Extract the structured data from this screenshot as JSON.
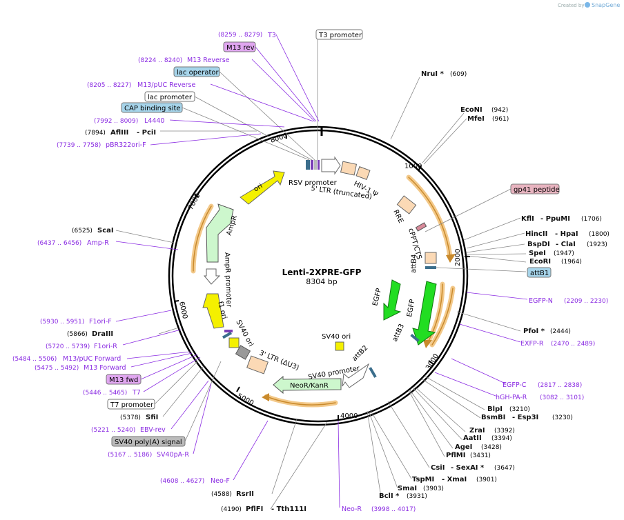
{
  "credit": {
    "prefix": "Created by",
    "brand": "SnapGene"
  },
  "plasmid": {
    "name": "Lenti-2XPRE-GFP",
    "size": "8304 bp"
  },
  "ticks": [
    "1000",
    "2000",
    "3000",
    "4000",
    "5000",
    "6000",
    "7000",
    "8000"
  ],
  "colors": {
    "primer": "#8a2be2",
    "enzyme": "#111111",
    "orf": "#f0b860"
  },
  "labels": {
    "t3_coords": "(8259 .. 8279)",
    "t3": "T3",
    "t3_promoter": "T3 promoter",
    "m13rev": "M13 rev",
    "m13reverse_coords": "(8224 .. 8240)",
    "m13reverse": "M13 Reverse",
    "lac_operator": "lac operator",
    "m13puc_rev_coords": "(8205 .. 8227)",
    "m13puc_rev": "M13/pUC Reverse",
    "lac_promoter": "lac promoter",
    "cap": "CAP binding site",
    "l4440_coords": "(7992 .. 8009)",
    "l4440": "L4440",
    "afliii_pos": "(7894)",
    "afliii": "AflIII",
    "pcii": "- PciI",
    "pbr322_coords": "(7739 .. 7758)",
    "pbr322": "pBR322ori-F",
    "scai_pos": "(6525)",
    "scai": "ScaI",
    "ampr_coords": "(6437 .. 6456)",
    "ampr_primer": "Amp-R",
    "f1orif_coords": "(5930 .. 5951)",
    "f1orif": "F1ori-F",
    "draiii_pos": "(5866)",
    "draiii": "DraIII",
    "f1orir_coords": "(5720 .. 5739)",
    "f1orir": "F1ori-R",
    "m13pucfwd_coords": "(5484 .. 5506)",
    "m13pucfwd": "M13/pUC Forward",
    "m13forward_coords": "(5475 .. 5492)",
    "m13forward": "M13 Forward",
    "m13fwd": "M13 fwd",
    "t7_coords": "(5446 .. 5465)",
    "t7": "T7",
    "t7_promoter": "T7 promoter",
    "sfii_pos": "(5378)",
    "sfii": "SfiI",
    "ebvrev_coords": "(5221 .. 5240)",
    "ebvrev": "EBV-rev",
    "sv40polya": "SV40 poly(A) signal",
    "sv40pa_coords": "(5167 .. 5186)",
    "sv40pa": "SV40pA-R",
    "neof_coords": "(4608 .. 4627)",
    "neof": "Neo-F",
    "rsrii_pos": "(4588)",
    "rsrii": "RsrII",
    "pflfi_pos": "(4190)",
    "pflfi": "PflFI",
    "tth": "- Tth111I",
    "neor_primer": "Neo-R",
    "neor_coords": "(3998 .. 4017)",
    "nrui": "NruI *",
    "nrui_pos": "(609)",
    "econi": "EcoNI",
    "econi_pos": "(942)",
    "mfei": "MfeI",
    "mfei_pos": "(961)",
    "gp41": "gp41 peptide",
    "kfli": "KflI",
    "ppumi": "- PpuMI",
    "kfli_pos": "(1706)",
    "hincii": "HincII",
    "hpai": "- HpaI",
    "hincii_pos": "(1800)",
    "bspdi": "BspDI",
    "clai": "- ClaI",
    "bspdi_pos": "(1923)",
    "spei": "SpeI",
    "spei_pos": "(1947)",
    "ecori": "EcoRI",
    "ecori_pos": "(1964)",
    "attb1": "attB1",
    "egfpn": "EGFP-N",
    "egfpn_coords": "(2209 .. 2230)",
    "pfoi": "PfoI *",
    "pfoi_pos": "(2444)",
    "exfpr": "EXFP-R",
    "exfpr_coords": "(2470 .. 2489)",
    "egfpc": "EGFP-C",
    "egfpc_coords": "(2817 .. 2838)",
    "hgh": "hGH-PA-R",
    "hgh_coords": "(3082 .. 3101)",
    "blpi": "BlpI",
    "blpi_pos": "(3210)",
    "bsmbi": "BsmBI",
    "esp3i": "- Esp3I",
    "bsmbi_pos": "(3230)",
    "zrai": "ZraI",
    "zrai_pos": "(3392)",
    "aatii": "AatII",
    "aatii_pos": "(3394)",
    "agei": "AgeI",
    "agei_pos": "(3428)",
    "pflmi": "PflMI",
    "pflmi_pos": "(3431)",
    "csii": "CsiI",
    "sexai": "- SexAI *",
    "csii_pos": "(3647)",
    "tspmi": "TspMI",
    "xmai": "- XmaI",
    "tspmi_pos": "(3901)",
    "smai": "SmaI",
    "smai_pos": "(3903)",
    "bcli": "BclI *",
    "bcli_pos": "(3931)"
  },
  "features": {
    "rsv": "RSV promoter",
    "ltr5": "5' LTR (truncated)",
    "hiv": "HIV-1 Ψ",
    "rre": "RRE",
    "cppt": "cPPT/CTS",
    "attb4": "attB4",
    "egfp1": "EGFP",
    "egfp2": "EGFP",
    "attb3": "attB3",
    "attb2": "attB2",
    "sv40prom": "SV40 promoter",
    "neor": "NeoR/KanR",
    "sv40ori1": "SV40 ori",
    "sv40ori2": "SV40 ori",
    "ltr3": "3' LTR (ΔU3)",
    "f1ori": "f1 ori",
    "amprprom": "AmpR promoter",
    "ampr": "AmpR",
    "ori": "ori"
  }
}
